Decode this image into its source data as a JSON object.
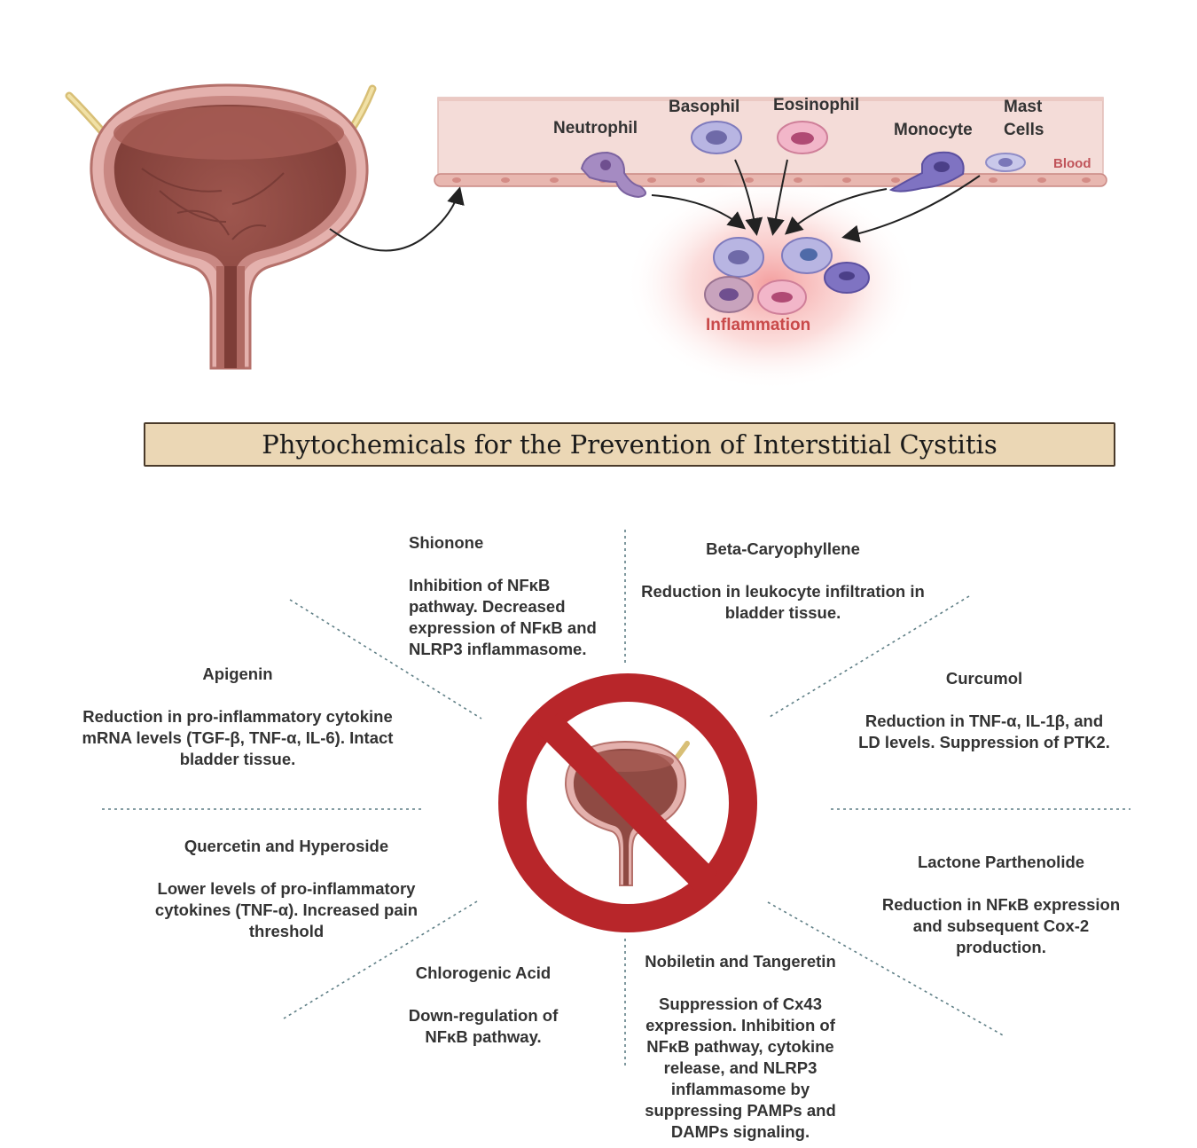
{
  "cells": {
    "neutrophil": "Neutrophil",
    "basophil": "Basophil",
    "eosinophil": "Eosinophil",
    "monocyte": "Monocyte",
    "mast_cells_line1": "Mast",
    "mast_cells_line2": "Cells"
  },
  "blood_label": "Blood",
  "inflammation_label": "Inflammation",
  "title": "Phytochemicals for the Prevention of Interstitial Cystitis",
  "phytochemicals": {
    "shionone": {
      "name": "Shionone",
      "description": "Inhibition of NFκB pathway. Decreased expression of NFκB and NLRP3 inflammasome."
    },
    "beta_caryophyllene": {
      "name": "Beta-Caryophyllene",
      "description": "Reduction in leukocyte infiltration in bladder tissue."
    },
    "apigenin": {
      "name": "Apigenin",
      "description": "Reduction in pro-inflammatory cytokine mRNA levels (TGF-β, TNF-α, IL-6). Intact bladder tissue."
    },
    "curcumol": {
      "name": "Curcumol",
      "description": "Reduction in TNF-α, IL-1β, and LD levels. Suppression of PTK2."
    },
    "quercetin_hyperoside": {
      "name": "Quercetin and Hyperoside",
      "description": "Lower levels of pro-inflammatory cytokines (TNF-α). Increased pain threshold"
    },
    "lactone_parthenolide": {
      "name": "Lactone Parthenolide",
      "description": "Reduction in NFκB expression and subsequent Cox-2 production."
    },
    "chlorogenic_acid": {
      "name": "Chlorogenic Acid",
      "description": "Down-regulation of NFκB pathway."
    },
    "nobiletin_tangeretin": {
      "name": "Nobiletin and Tangeretin",
      "description": "Suppression of Cx43 expression. Inhibition of NFκB pathway, cytokine release, and NLRP3 inflammasome by suppressing PAMPs and DAMPs signaling."
    }
  },
  "colors": {
    "bladder_outer": "#d89a96",
    "bladder_inner": "#8f4a43",
    "ureter": "#e6d08a",
    "vessel": "#f2d6d2",
    "prohibition": "#b8262a",
    "title_bg": "#ebd7b5",
    "inflammation_text": "#c94a4a"
  }
}
